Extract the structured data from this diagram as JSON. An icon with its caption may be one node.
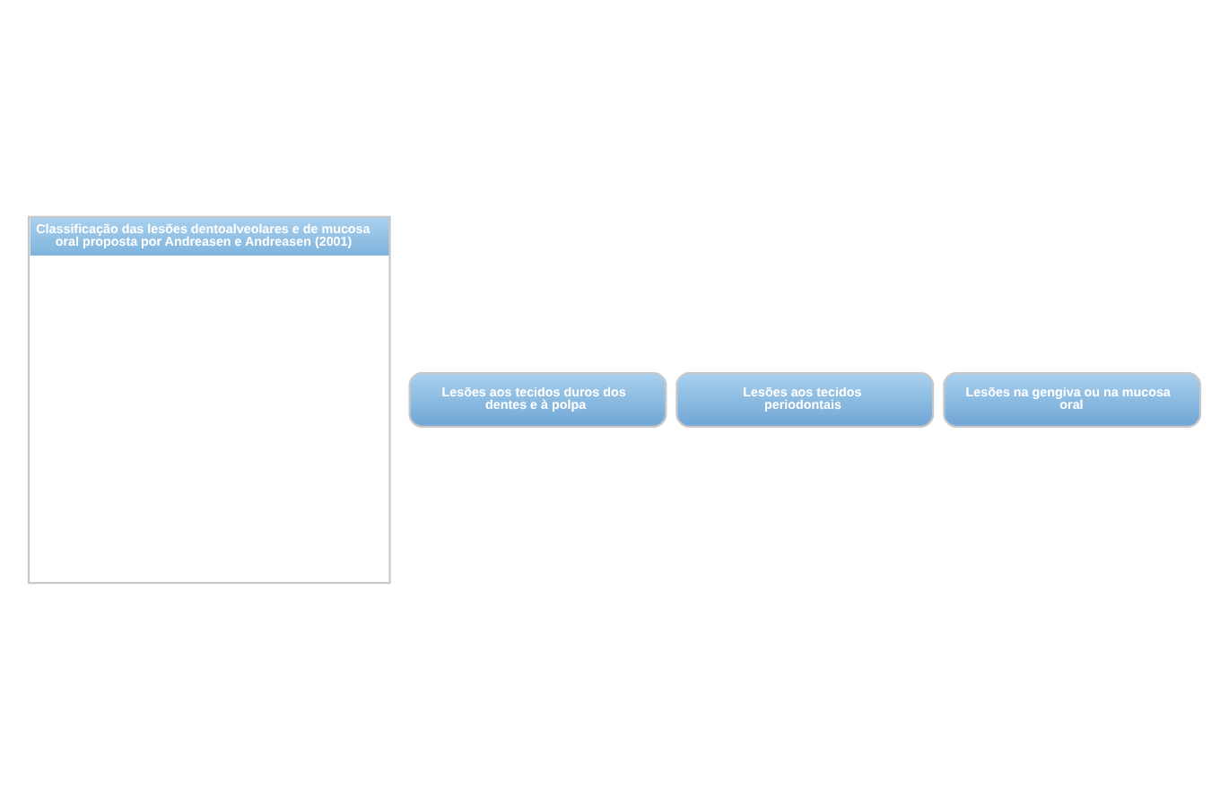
{
  "diagram": {
    "nodes": [
      {
        "text": [
          "Classificação das lesões dentoalveolares e de mucosa oral proposta por Andreasen e Andreasen (2001)"
        ]
      },
      {
        "text": [
          "Lesões aos tecidos duros dos dentes e à polpa"
        ]
      },
      {
        "text": [
          "Lesões aos tecidos periodontais"
        ]
      },
      {
        "text": [
          "Lesões na gengiva ou na mucosa oral"
        ]
      }
    ]
  }
}
